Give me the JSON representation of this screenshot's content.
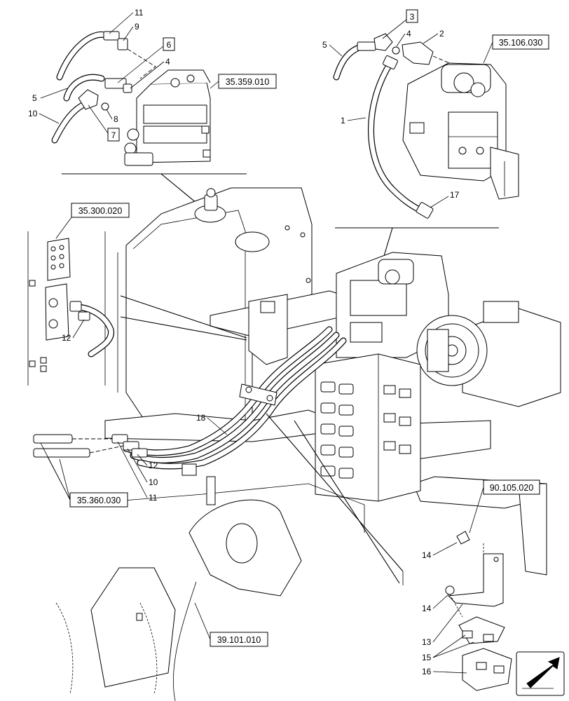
{
  "diagram": {
    "reference_boxes": [
      "35.359.010",
      "35.106.030",
      "35.300.020",
      "35.360.030",
      "90.105.020",
      "39.101.010"
    ],
    "boxed_callouts": [
      "3",
      "6",
      "7"
    ],
    "callouts": {
      "c11a": "11",
      "c9": "9",
      "c5a": "5",
      "c4a": "4",
      "c10a": "10",
      "c8": "8",
      "c5b": "5",
      "c4b": "4",
      "c2": "2",
      "c1": "1",
      "c17": "17",
      "c12a": "12",
      "c18": "18",
      "c12b": "12",
      "c10b": "10",
      "c11b": "11",
      "c14a": "14",
      "c14b": "14",
      "c13": "13",
      "c15": "15",
      "c16": "16"
    }
  }
}
